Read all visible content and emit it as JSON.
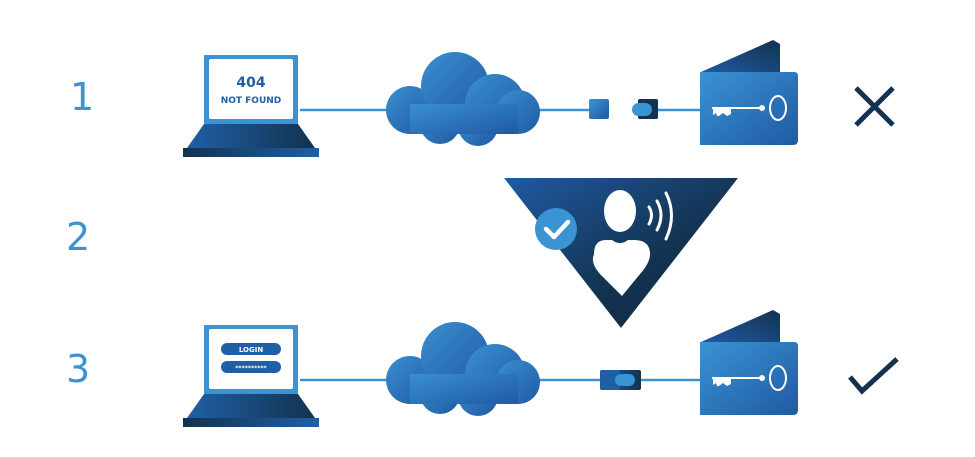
{
  "steps": [
    {
      "number": "1",
      "screen": {
        "code": "404",
        "message": "NOT FOUND"
      },
      "result": "cross-icon"
    },
    {
      "number": "2",
      "badge": "verified-voice-identity"
    },
    {
      "number": "3",
      "screen": {
        "login_label": "LOGIN",
        "password_mask": "**********"
      },
      "result": "check-icon"
    }
  ],
  "colors": {
    "accent": "#3a93d3",
    "primary_blue": "#1f5fa6",
    "dark_navy": "#13324f",
    "line": "#3a93d3"
  }
}
